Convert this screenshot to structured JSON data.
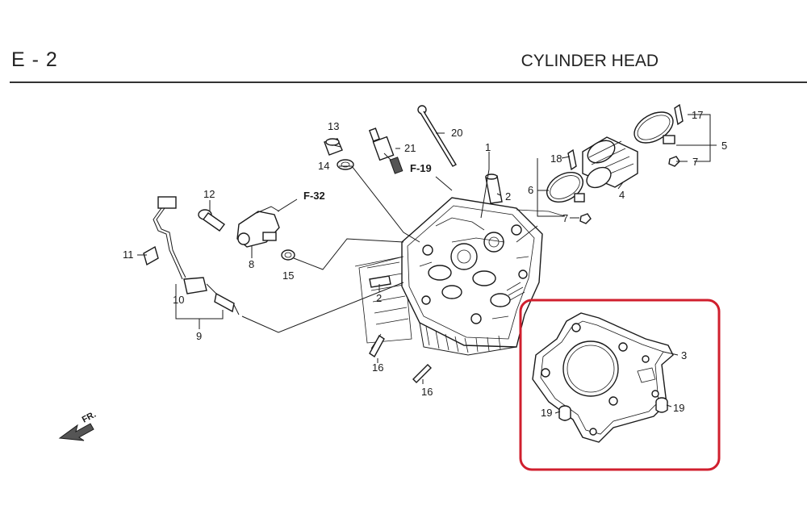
{
  "header": {
    "code": "E - 2",
    "title": "CYLINDER HEAD"
  },
  "highlight_color": "#d01f2e",
  "references": {
    "f32": "F-32",
    "f19": "F-19",
    "front": "FR."
  },
  "callouts": {
    "c1": "1",
    "c2a": "2",
    "c2b": "2",
    "c3": "3",
    "c4": "4",
    "c5": "5",
    "c6": "6",
    "c7a": "7",
    "c7b": "7",
    "c8": "8",
    "c9": "9",
    "c10": "10",
    "c11": "11",
    "c12": "12",
    "c13": "13",
    "c14": "14",
    "c15": "15",
    "c16a": "16",
    "c16b": "16",
    "c17": "17",
    "c18": "18",
    "c19a": "19",
    "c19b": "19",
    "c20": "20",
    "c21": "21"
  }
}
